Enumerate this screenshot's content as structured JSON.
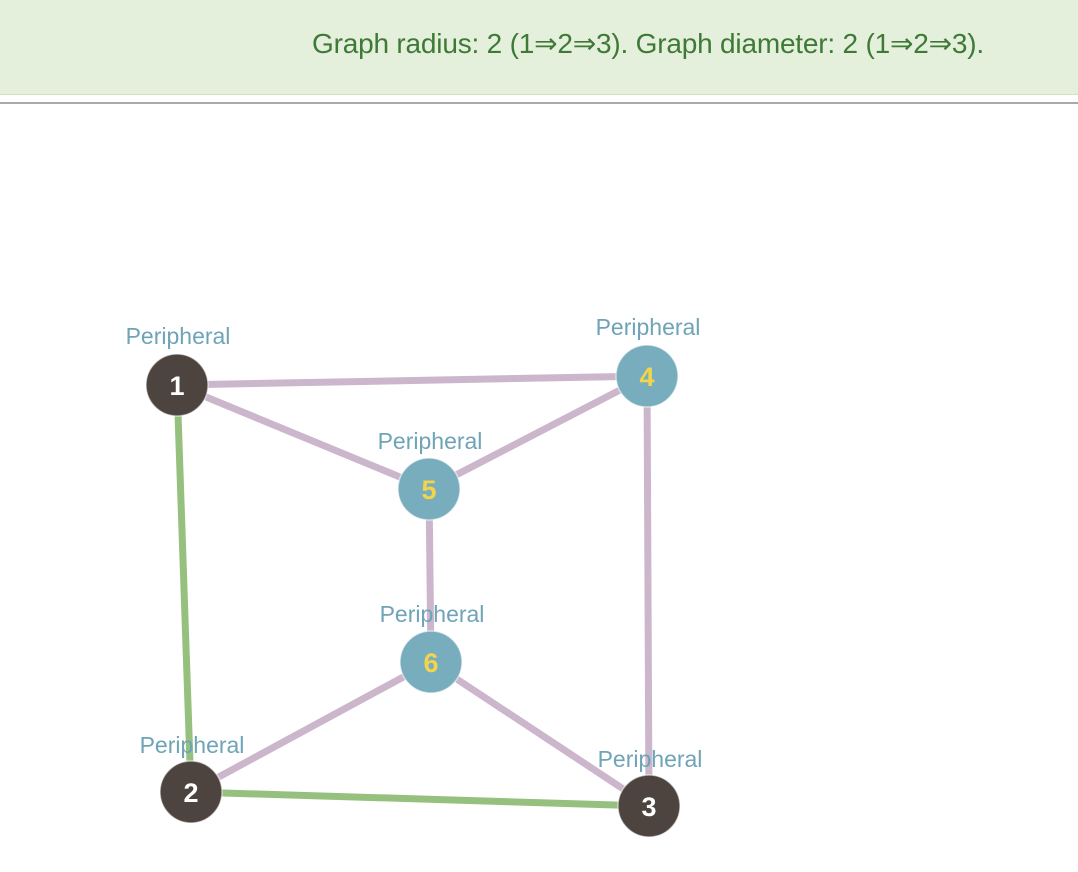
{
  "header": {
    "summary": "Graph radius: 2 (1⇒2⇒3). Graph diameter: 2 (1⇒2⇒3)."
  },
  "graph": {
    "colors": {
      "edge_default": "#cbb6cc",
      "edge_highlight": "#96c07e",
      "node_dark": "#4d4440",
      "node_light": "#78adbd",
      "id_on_dark": "#ffffff",
      "id_on_light": "#f2d54a",
      "label": "#6fa3b7",
      "banner_background": "#e4efdc",
      "banner_text": "#3e7a36"
    },
    "nodes": [
      {
        "id": "1",
        "label": "Peripheral",
        "style": "dark"
      },
      {
        "id": "2",
        "label": "Peripheral",
        "style": "dark"
      },
      {
        "id": "3",
        "label": "Peripheral",
        "style": "dark"
      },
      {
        "id": "4",
        "label": "Peripheral",
        "style": "light"
      },
      {
        "id": "5",
        "label": "Peripheral",
        "style": "light"
      },
      {
        "id": "6",
        "label": "Peripheral",
        "style": "light"
      }
    ],
    "edges": [
      {
        "from": "1",
        "to": "4",
        "highlight": false
      },
      {
        "from": "1",
        "to": "5",
        "highlight": false
      },
      {
        "from": "4",
        "to": "5",
        "highlight": false
      },
      {
        "from": "4",
        "to": "3",
        "highlight": false
      },
      {
        "from": "5",
        "to": "6",
        "highlight": false
      },
      {
        "from": "6",
        "to": "2",
        "highlight": false
      },
      {
        "from": "6",
        "to": "3",
        "highlight": false
      },
      {
        "from": "1",
        "to": "2",
        "highlight": true
      },
      {
        "from": "2",
        "to": "3",
        "highlight": true
      }
    ]
  }
}
